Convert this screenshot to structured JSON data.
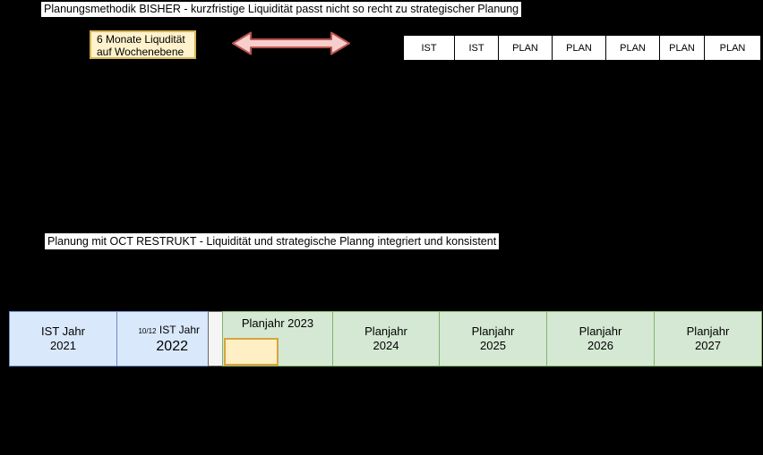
{
  "bisher": {
    "title": "Planungsmethodik BISHER - kurzfristige Liquidität passt nicht so recht zu strategischer Planung",
    "note_line1": "6 Monate Liqudität",
    "note_line2": "auf Wochenebene",
    "arrow_icon": "double-headed-horizontal-arrow",
    "period_cells": [
      "IST",
      "IST",
      "PLAN",
      "PLAN",
      "PLAN",
      "PLAN",
      "PLAN"
    ]
  },
  "oct": {
    "title": "Planung mit OCT RESTRUKT - Liquidität und strategische Planng integriert und konsistent",
    "timeline": {
      "ist_2021": {
        "line1": "IST Jahr",
        "line2": "2021"
      },
      "ist_2022": {
        "prefix": "10/12",
        "line1": "IST Jahr",
        "line2": "2022"
      },
      "plan_2023": {
        "label": "Planjahr 2023"
      },
      "plan_2024": {
        "line1": "Planjahr",
        "line2": "2024"
      },
      "plan_2025": {
        "line1": "Planjahr",
        "line2": "2025"
      },
      "plan_2026": {
        "line1": "Planjahr",
        "line2": "2026"
      },
      "plan_2027": {
        "line1": "Planjahr",
        "line2": "2027"
      }
    }
  },
  "colors": {
    "background": "#000000",
    "title_bg": "#ffffff",
    "title_text": "#000000",
    "ist_fill": "#dae8fc",
    "ist_stroke": "#6c8ebf",
    "plan_fill": "#d5e8d4",
    "plan_stroke": "#82b366",
    "note_fill": "#fff2cc",
    "note_stroke": "#d6b656",
    "highlight_fill": "#ffefc4",
    "highlight_stroke": "#d9a33d",
    "arrow_fill": "#f8cecc",
    "arrow_stroke": "#b85450",
    "separator_fill": "#f5f5f5",
    "separator_stroke": "#666666",
    "period_cell_fill": "#ffffff",
    "period_cell_stroke": "#000000"
  }
}
